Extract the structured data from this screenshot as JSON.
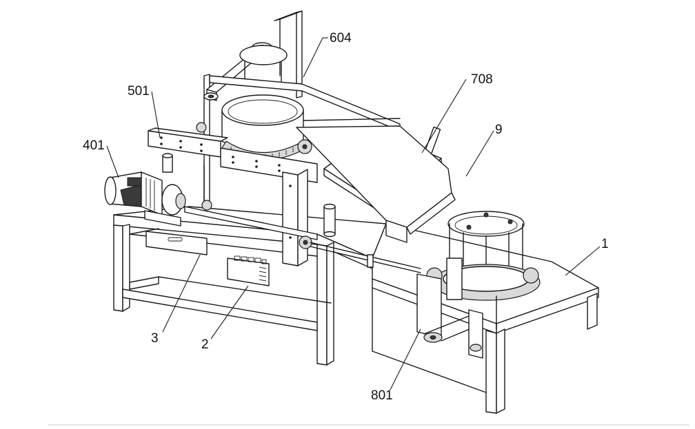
{
  "labels": {
    "l604": "604",
    "l708": "708",
    "l9": "9",
    "l501": "501",
    "l401": "401",
    "l1": "1",
    "l3": "3",
    "l2": "2",
    "l801": "801"
  }
}
